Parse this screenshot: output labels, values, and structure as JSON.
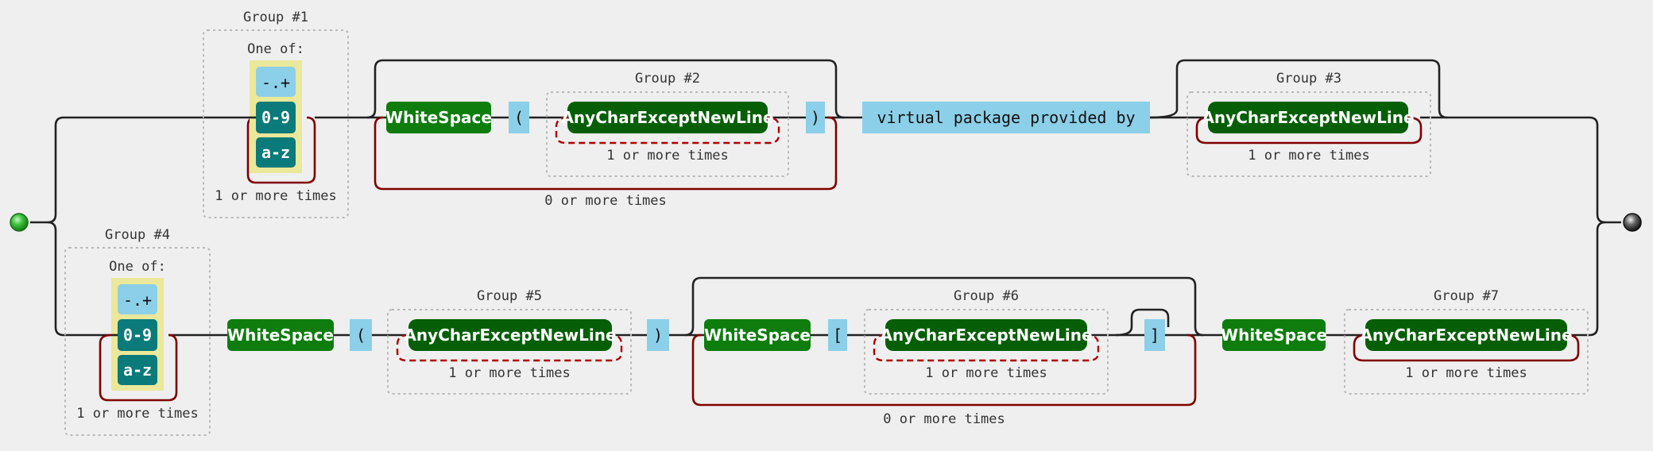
{
  "groups": {
    "g1": "Group #1",
    "g2": "Group #2",
    "g3": "Group #3",
    "g4": "Group #4",
    "g5": "Group #5",
    "g6": "Group #6",
    "g7": "Group #7"
  },
  "captions": {
    "one_of": "One of:",
    "one_or_more": "1 or more times",
    "zero_or_more": "0 or more times"
  },
  "chars": {
    "special": "-.+",
    "digits": "0-9",
    "letters": "a-z"
  },
  "tokens": {
    "whitespace": "WhiteSpace",
    "any_char": "AnyCharExceptNewLine",
    "lparen": "(",
    "rparen": ")",
    "lbracket": "[",
    "rbracket": "]",
    "virtual": "virtual package provided by"
  },
  "colors": {
    "literal": "#8ccfe8",
    "reference": "#0e7d0e",
    "reference_dark": "#065f06",
    "char_class": "#0a7a7a",
    "loop": "#800000",
    "start_node": "#2db52d",
    "end_node": "#333333"
  }
}
